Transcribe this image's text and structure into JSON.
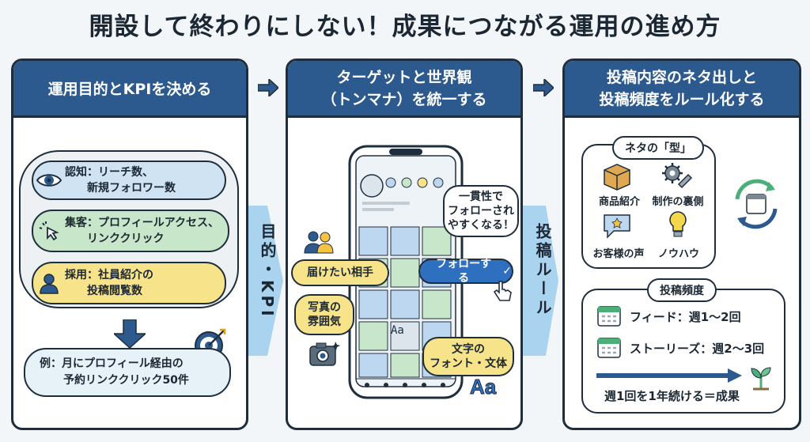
{
  "title": "開設して終わりにしない！成果につながる運用の進め方",
  "panel1": {
    "heading": "運用目的とKPIを決める",
    "items": [
      {
        "label": "認知：リーチ数、",
        "label2": "新規フォロワー数",
        "color": "#cfe3f3"
      },
      {
        "label": "集客：プロフィールアクセス、",
        "label2": "リンククリック",
        "color": "#c8e6c9"
      },
      {
        "label": "採用：社員紹介の",
        "label2": "投稿閲覧数",
        "color": "#f6e38a"
      }
    ],
    "example1": "例：月にプロフィール経由の",
    "example2": "予約リンククリック50件"
  },
  "band1": "目的・KPI",
  "panel2": {
    "heading1": "ターゲットと世界観",
    "heading2": "（トンマナ）を統一する",
    "target_label": "届けたい相手",
    "follow_label": "フォローする",
    "consistent1": "一貫性で",
    "consistent2": "フォローされ",
    "consistent3": "やすくなる！",
    "mood1": "写真の",
    "mood2": "雰囲気",
    "font1": "文字の",
    "font2": "フォント・文体",
    "aa": "Aa"
  },
  "band2": "投稿ルール",
  "panel3": {
    "heading1": "投稿内容のネタ出しと",
    "heading2": "投稿頻度をルール化する",
    "ideas_title": "ネタの「型」",
    "ideas": [
      "商品紹介",
      "制作の裏側",
      "お客様の声",
      "ノウハウ"
    ],
    "freq_title": "投稿頻度",
    "feed": "フィード：週1～2回",
    "stories": "ストーリーズ：週2～3回",
    "result": "週1回を1年続ける＝成果"
  },
  "colors": {
    "navy": "#2d5a8e",
    "band": "#a9d3ee",
    "yellow": "#f6e38a",
    "green": "#c8e6c9",
    "lightblue": "#cfe3f3"
  }
}
